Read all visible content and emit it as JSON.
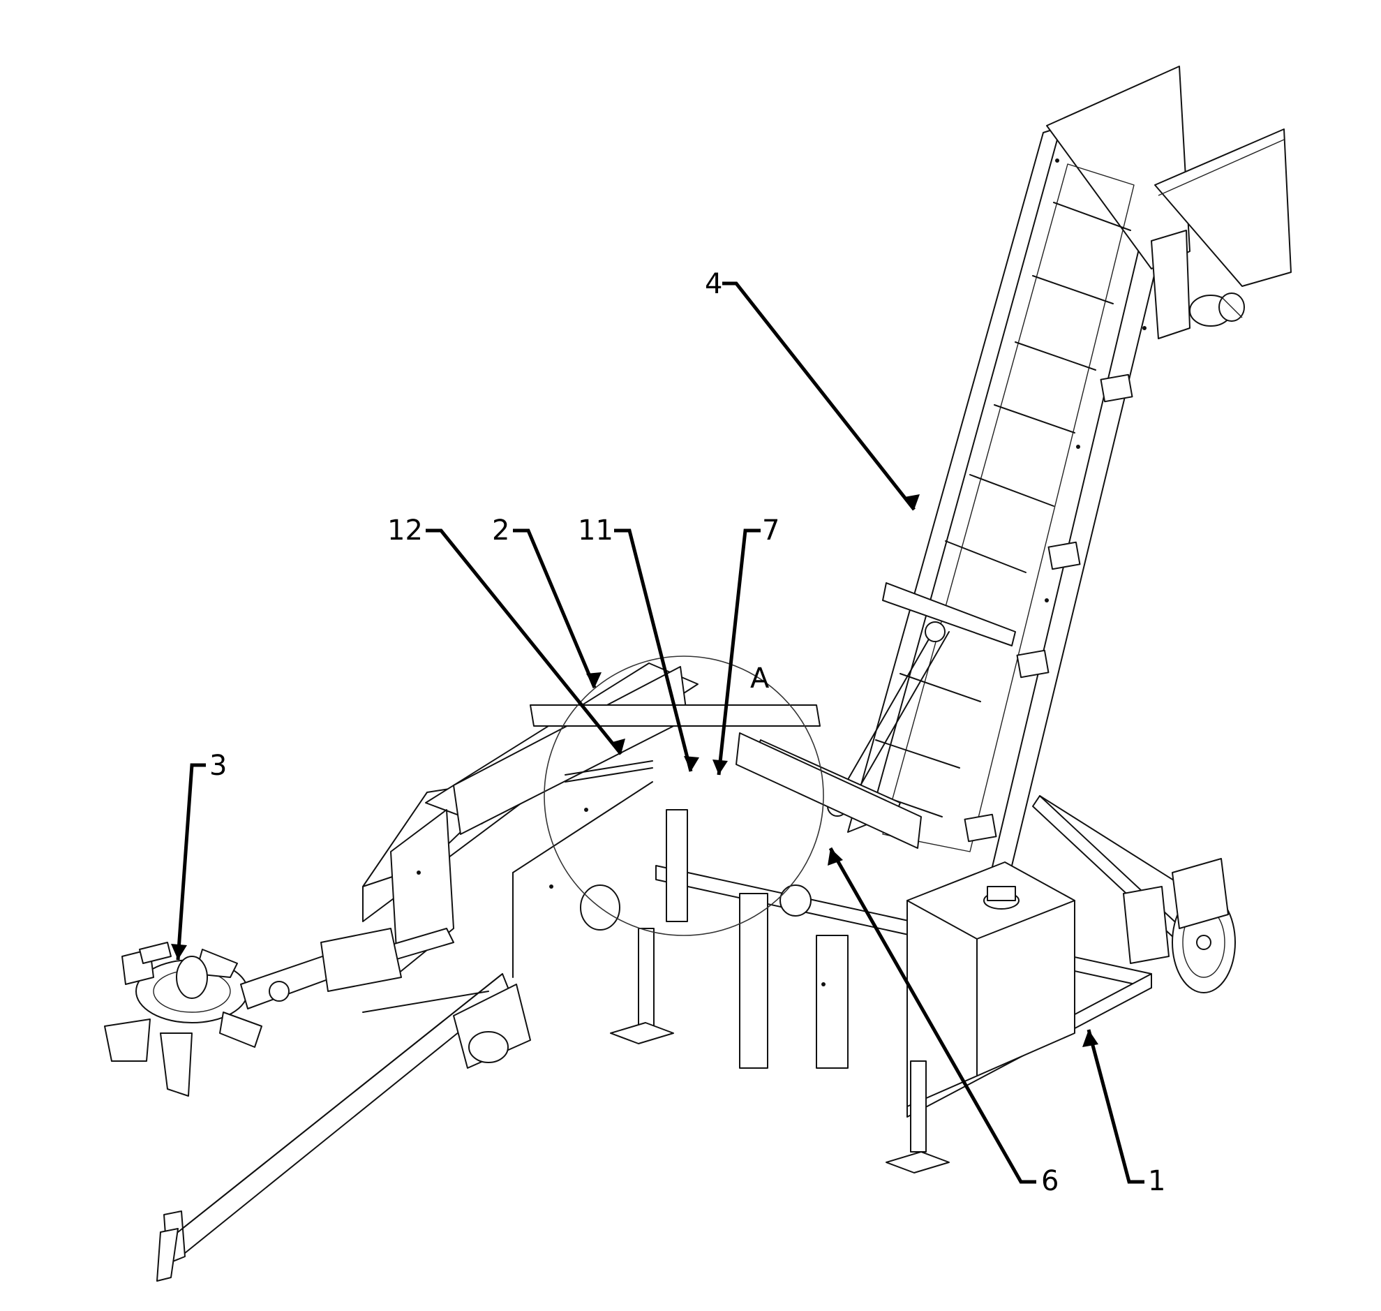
{
  "figure": {
    "callouts": [
      {
        "id": "c1",
        "label": "1"
      },
      {
        "id": "c2",
        "label": "2"
      },
      {
        "id": "c3",
        "label": "3"
      },
      {
        "id": "c4",
        "label": "4"
      },
      {
        "id": "c6",
        "label": "6"
      },
      {
        "id": "c7",
        "label": "7"
      },
      {
        "id": "c11",
        "label": "11"
      },
      {
        "id": "c12",
        "label": "12"
      }
    ],
    "detail_label": "A",
    "colors": {
      "line": "#111111",
      "background": "#ffffff"
    }
  }
}
